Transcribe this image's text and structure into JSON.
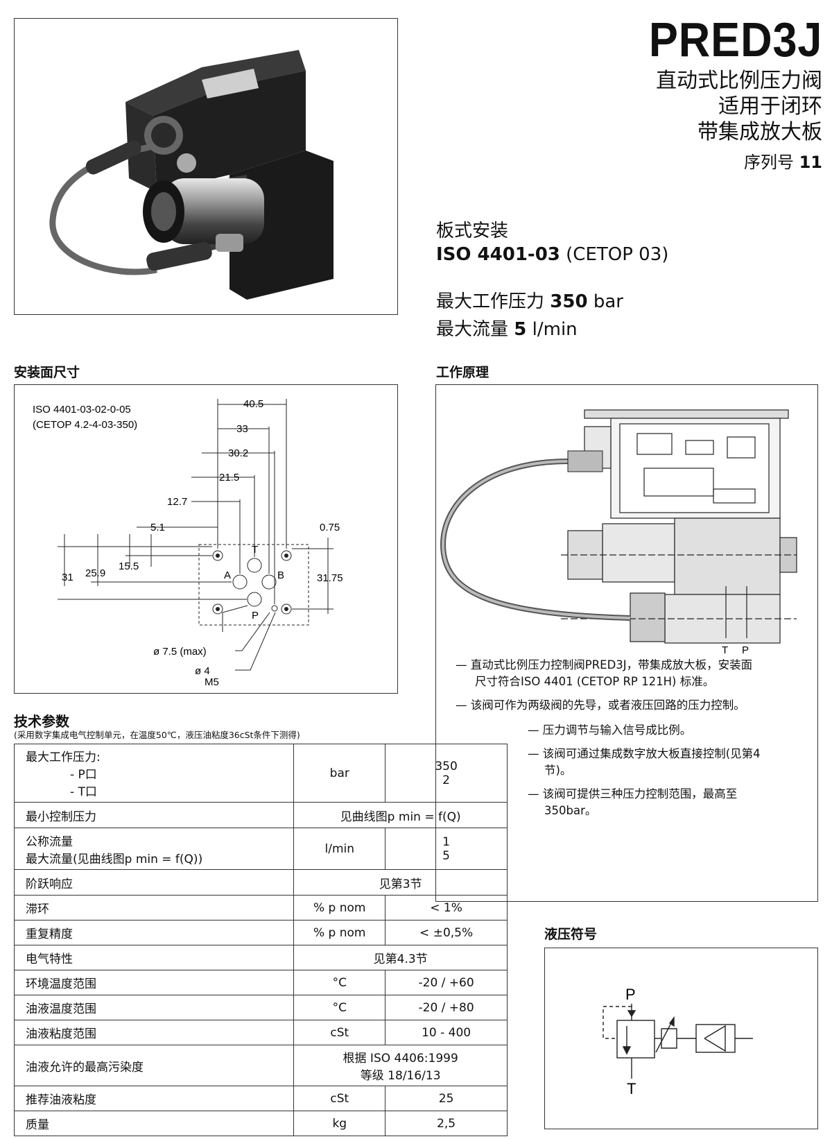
{
  "header": {
    "product_code": "PRED3J",
    "subtitle_lines": [
      "直动式比例压力阀",
      "适用于闭环",
      "带集成放大板"
    ],
    "serial_label": "序列号",
    "serial_number": "11"
  },
  "mounting": {
    "type": "板式安装",
    "standard_bold": "ISO 4401-03",
    "standard_suffix": "(CETOP 03)"
  },
  "specs_summary": {
    "pressure_label": "最大工作压力",
    "pressure_value": "350",
    "pressure_unit": "bar",
    "flow_label": "最大流量",
    "flow_value": "5",
    "flow_unit": "l/min"
  },
  "mounting_surface": {
    "title": "安装面尺寸",
    "standard_line1": "ISO 4401-03-02-0-05",
    "standard_line2": "(CETOP 4.2-4-03-350)",
    "dims": {
      "d40_5": "40.5",
      "d33": "33",
      "d30_2": "30.2",
      "d21_5": "21.5",
      "d12_7": "12.7",
      "d5_1": "5.1",
      "d0_75": "0.75",
      "d31": "31",
      "d25_9": "25.9",
      "d15_5": "15.5",
      "d31_75": "31.75"
    },
    "ports": {
      "a": "A",
      "b": "B",
      "p": "P",
      "t": "T"
    },
    "callouts": {
      "max_hole": "ø 7.5 (max)",
      "pin": "ø 4",
      "screw": "M5"
    }
  },
  "working_principle": {
    "title": "工作原理",
    "ports": {
      "t": "T",
      "p": "P"
    },
    "notes": [
      "— 直动式比例压力控制阀PRED3J，带集成放大板，安装面",
      "尺寸符合ISO 4401 (CETOP RP 121H) 标准。",
      "— 该阀可作为两级阀的先导，或者液压回路的压力控制。",
      "— 压力调节与输入信号成比例。",
      "— 该阀可通过集成数字放大板直接控制(见第4",
      "节)。",
      "— 该阀可提供三种压力控制范围，最高至",
      "350bar。"
    ]
  },
  "tech_params": {
    "title": "技术参数",
    "subtitle": "(采用数字集成电气控制单元，在温度50℃，液压油粘度36cSt条件下测得)",
    "rows": [
      {
        "label": "最大工作压力:",
        "sub1": "- P口",
        "sub2": "- T口",
        "unit": "bar",
        "v1": "350",
        "v2": "2"
      },
      {
        "label": "最小控制压力",
        "merged": "见曲线图p min = f(Q)"
      },
      {
        "label": "公称流量",
        "label2": "最大流量(见曲线图p min = f(Q))",
        "unit": "l/min",
        "v1": "1",
        "v2": "5"
      },
      {
        "label": "阶跃响应",
        "merged": "见第3节"
      },
      {
        "label": "滞环",
        "unit": "% p nom",
        "value": "< 1%"
      },
      {
        "label": "重复精度",
        "unit": "% p nom",
        "value": "< ±0,5%"
      },
      {
        "label": "电气特性",
        "merged": "见第4.3节"
      },
      {
        "label": "环境温度范围",
        "unit": "°C",
        "value": "-20 / +60"
      },
      {
        "label": "油液温度范围",
        "unit": "°C",
        "value": "-20 / +80"
      },
      {
        "label": "油液粘度范围",
        "unit": "cSt",
        "value": "10 - 400"
      },
      {
        "label": "油液允许的最高污染度",
        "merged": "根据 ISO 4406:1999",
        "merged2": "等级 18/16/13"
      },
      {
        "label": "推荐油液粘度",
        "unit": "cSt",
        "value": "25"
      },
      {
        "label": "质量",
        "unit": "kg",
        "value": "2,5"
      }
    ]
  },
  "hydraulic_symbol": {
    "title": "液压符号",
    "port_p": "P",
    "port_t": "T"
  }
}
